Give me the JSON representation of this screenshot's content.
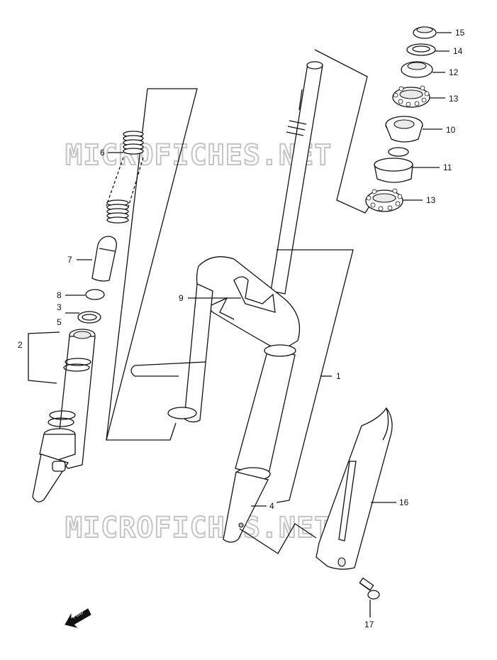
{
  "watermark": "MICROFICHES.NET",
  "fwd_badge": "FWD",
  "callouts": {
    "p1": "1",
    "p2": "2",
    "p3": "3",
    "p4": "4",
    "p5": "5",
    "p6": "6",
    "p7": "7",
    "p8": "8",
    "p9": "9",
    "p10": "10",
    "p11": "11",
    "p12": "12",
    "p13a": "13",
    "p13b": "13",
    "p14": "14",
    "p15": "15",
    "p16": "16",
    "p17": "17"
  }
}
